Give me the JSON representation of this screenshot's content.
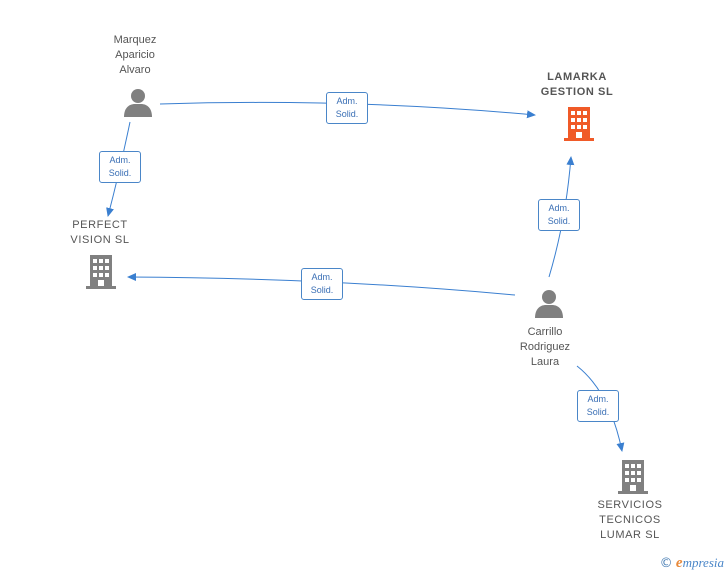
{
  "nodes": {
    "marquez": {
      "lines": [
        "Marquez",
        "Aparicio",
        "Alvaro"
      ],
      "type": "person",
      "icon": "person-icon"
    },
    "lamarka": {
      "lines": [
        "LAMARKA",
        "GESTION  SL"
      ],
      "type": "company",
      "icon": "building-icon",
      "highlight": true
    },
    "perfect": {
      "lines": [
        "PERFECT",
        "VISION  SL"
      ],
      "type": "company",
      "icon": "building-icon"
    },
    "carrillo": {
      "lines": [
        "Carrillo",
        "Rodriguez",
        "Laura"
      ],
      "type": "person",
      "icon": "person-icon"
    },
    "servicios": {
      "lines": [
        "SERVICIOS",
        "TECNICOS",
        "LUMAR  SL"
      ],
      "type": "company",
      "icon": "building-icon"
    }
  },
  "edges": [
    {
      "from": "marquez",
      "to": "lamarka",
      "label": [
        "Adm.",
        "Solid."
      ]
    },
    {
      "from": "marquez",
      "to": "perfect",
      "label": [
        "Adm.",
        "Solid."
      ]
    },
    {
      "from": "carrillo",
      "to": "lamarka",
      "label": [
        "Adm.",
        "Solid."
      ]
    },
    {
      "from": "carrillo",
      "to": "perfect",
      "label": [
        "Adm.",
        "Solid."
      ]
    },
    {
      "from": "carrillo",
      "to": "servicios",
      "label": [
        "Adm.",
        "Solid."
      ]
    }
  ],
  "colors": {
    "edge": "#3a7fd0",
    "icon": "#808080",
    "highlight": "#f05a28",
    "label_border": "#4a86c8"
  },
  "footer": {
    "copyright": "©",
    "brand_initial": "e",
    "brand_rest": "mpresia"
  }
}
